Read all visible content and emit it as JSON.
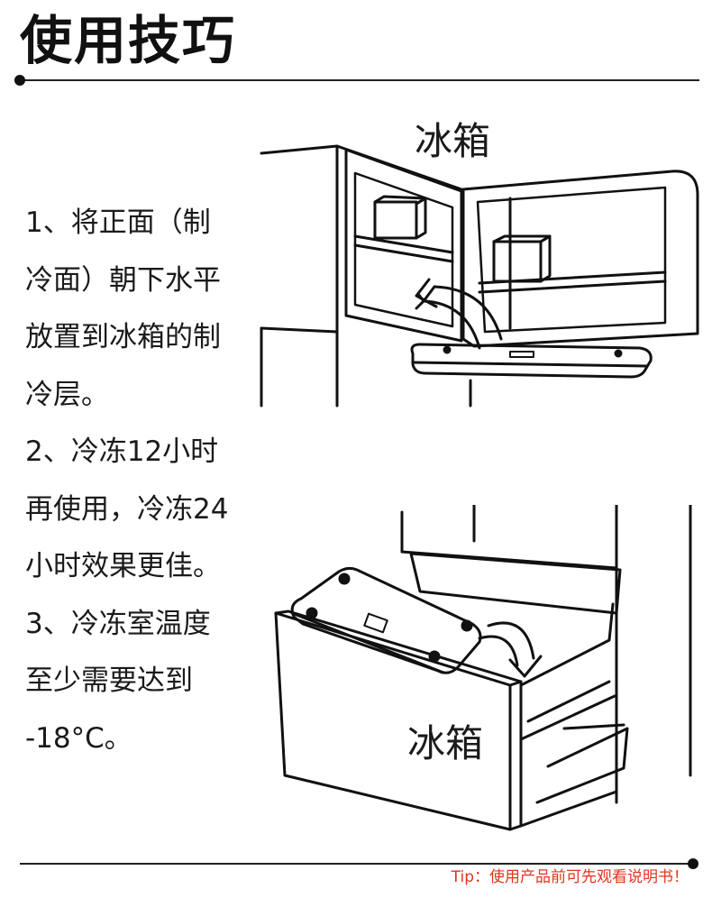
{
  "header": {
    "title": "使用技巧"
  },
  "instructions": {
    "lines": [
      "1、将正面（制",
      "冷面）朝下水平",
      "放置到冰箱的制",
      "冷层。",
      "2、冷冻12小时",
      "再使用，冷冻24",
      "小时效果更佳。",
      "3、冷冻室温度",
      "至少需要达到",
      "-18°C。"
    ]
  },
  "illustrations": {
    "top_label": "冰箱",
    "bottom_label": "冰箱"
  },
  "footer": {
    "tip": "Tip：使用产品前可先观看说明书！",
    "tip_color": "#e0351f"
  }
}
